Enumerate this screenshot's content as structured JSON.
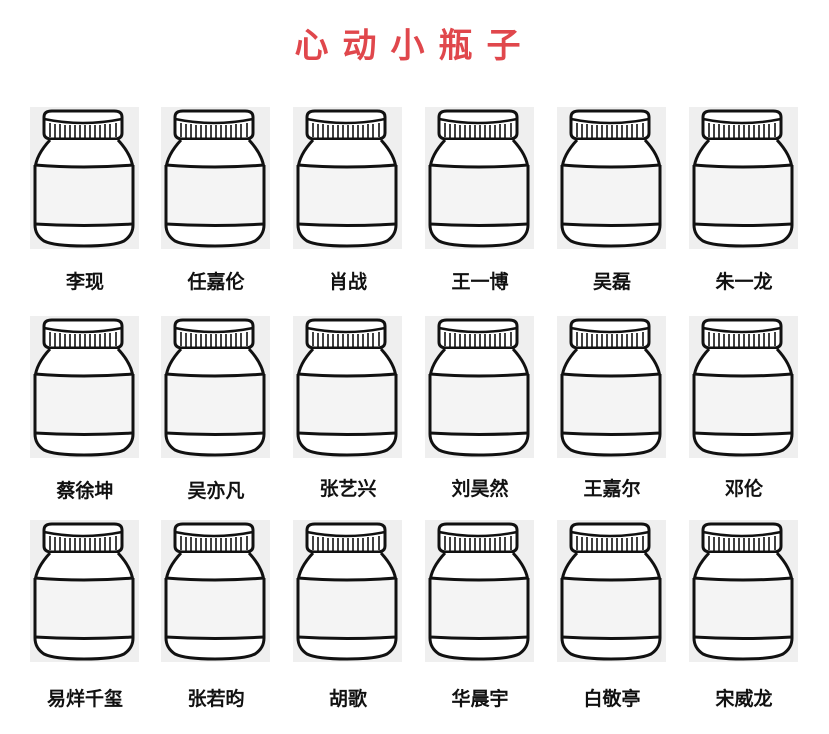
{
  "title": "心动小瓶子",
  "colors": {
    "title": "#e0474c",
    "tile_bg": "#efefef",
    "outline": "#111111",
    "name": "#111111"
  },
  "jar_icon": "jar-icon",
  "rows": [
    {
      "items": [
        {
          "name": "李现"
        },
        {
          "name": "任嘉伦"
        },
        {
          "name": "肖战"
        },
        {
          "name": "王一博"
        },
        {
          "name": "吴磊"
        },
        {
          "name": "朱一龙"
        }
      ]
    },
    {
      "items": [
        {
          "name": "蔡徐坤"
        },
        {
          "name": "吴亦凡"
        },
        {
          "name": "张艺兴"
        },
        {
          "name": "刘昊然"
        },
        {
          "name": "王嘉尔"
        },
        {
          "name": "邓伦"
        }
      ]
    },
    {
      "items": [
        {
          "name": "易烊千玺"
        },
        {
          "name": "张若昀"
        },
        {
          "name": "胡歌"
        },
        {
          "name": "华晨宇"
        },
        {
          "name": "白敬亭"
        },
        {
          "name": "宋威龙"
        }
      ]
    }
  ]
}
